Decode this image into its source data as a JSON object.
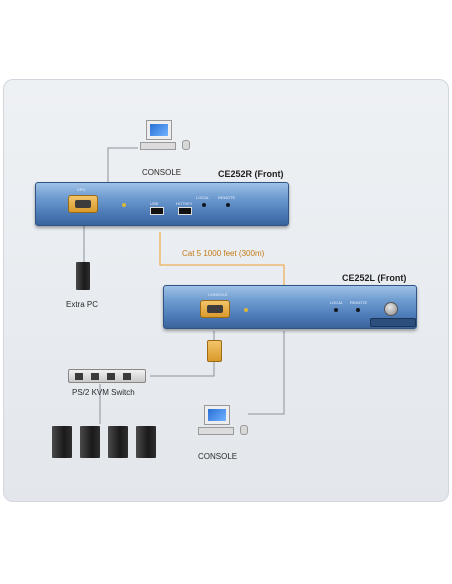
{
  "labels": {
    "console_top": "CONSOLE",
    "console_bottom": "CONSOLE",
    "extra_pc": "Extra PC",
    "kvm_switch": "PS/2 KVM Switch",
    "cable": "Cat 5 1000 feet (300m)"
  },
  "units": {
    "remote_title": "CE252R (Front)",
    "local_title": "CE252L (Front)"
  },
  "colors": {
    "panel_bg": "#e8ebef",
    "unit_blue": "#4a78b5",
    "connector_orange": "#d99a2b",
    "cable_line": "#f0a030",
    "wire_gray": "#8a939c"
  },
  "icons": [
    "monitor-icon",
    "keyboard-icon",
    "mouse-icon",
    "tower-pc-icon",
    "kvm-switch-icon",
    "vga-port-icon",
    "usb-port-icon",
    "adapter-icon"
  ]
}
